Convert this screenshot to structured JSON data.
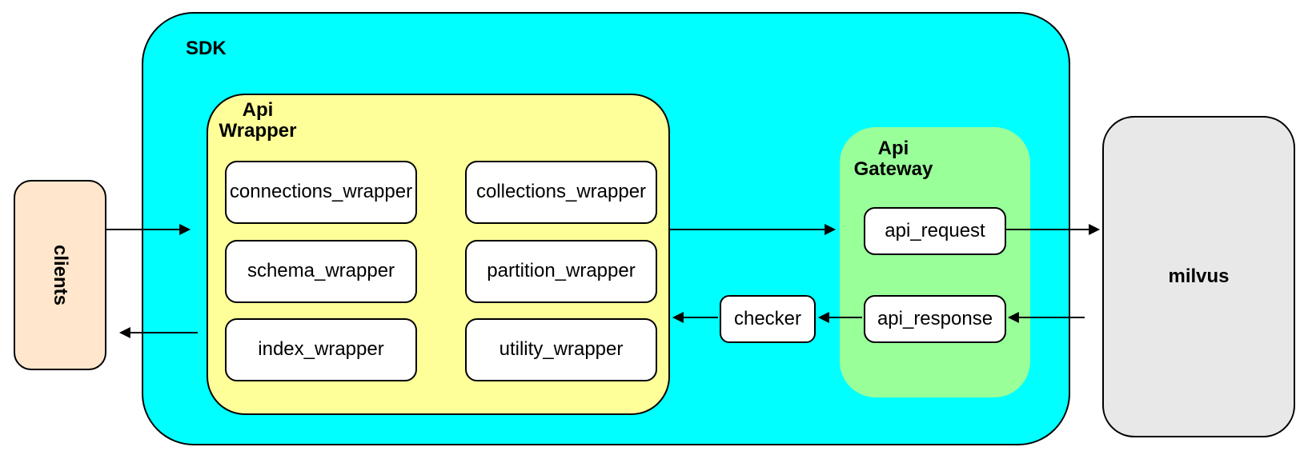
{
  "colors": {
    "sdk": "#00FFFF",
    "api_wrapper": "#FFFF99",
    "api_gateway": "#99FF99",
    "clients": "#FFE6CC",
    "milvus": "#E8E8E8",
    "node": "#FFFFFF",
    "border": "#000000"
  },
  "nodes": {
    "clients": {
      "label": "clients"
    },
    "sdk": {
      "label": "SDK"
    },
    "api_wrapper": {
      "label_line1": "Api",
      "label_line2": "Wrapper",
      "boxes": [
        "connections_wrapper",
        "collections_wrapper",
        "schema_wrapper",
        "partition_wrapper",
        "index_wrapper",
        "utility_wrapper"
      ]
    },
    "checker": {
      "label": "checker"
    },
    "api_gateway": {
      "label_line1": "Api",
      "label_line2": "Gateway",
      "boxes": [
        "api_request",
        "api_response"
      ]
    },
    "milvus": {
      "label": "milvus"
    }
  },
  "arrows": [
    {
      "name": "clients-to-sdk",
      "from": "clients",
      "to": "SDK"
    },
    {
      "name": "sdk-to-clients",
      "from": "SDK",
      "to": "clients"
    },
    {
      "name": "api-wrapper-to-api-gateway",
      "from": "Api Wrapper",
      "to": "Api Gateway"
    },
    {
      "name": "api-request-to-milvus",
      "from": "api_request",
      "to": "milvus"
    },
    {
      "name": "milvus-to-api-response",
      "from": "milvus",
      "to": "api_response"
    },
    {
      "name": "api-response-to-checker",
      "from": "api_response",
      "to": "checker"
    },
    {
      "name": "checker-to-api-wrapper",
      "from": "checker",
      "to": "Api Wrapper"
    }
  ]
}
